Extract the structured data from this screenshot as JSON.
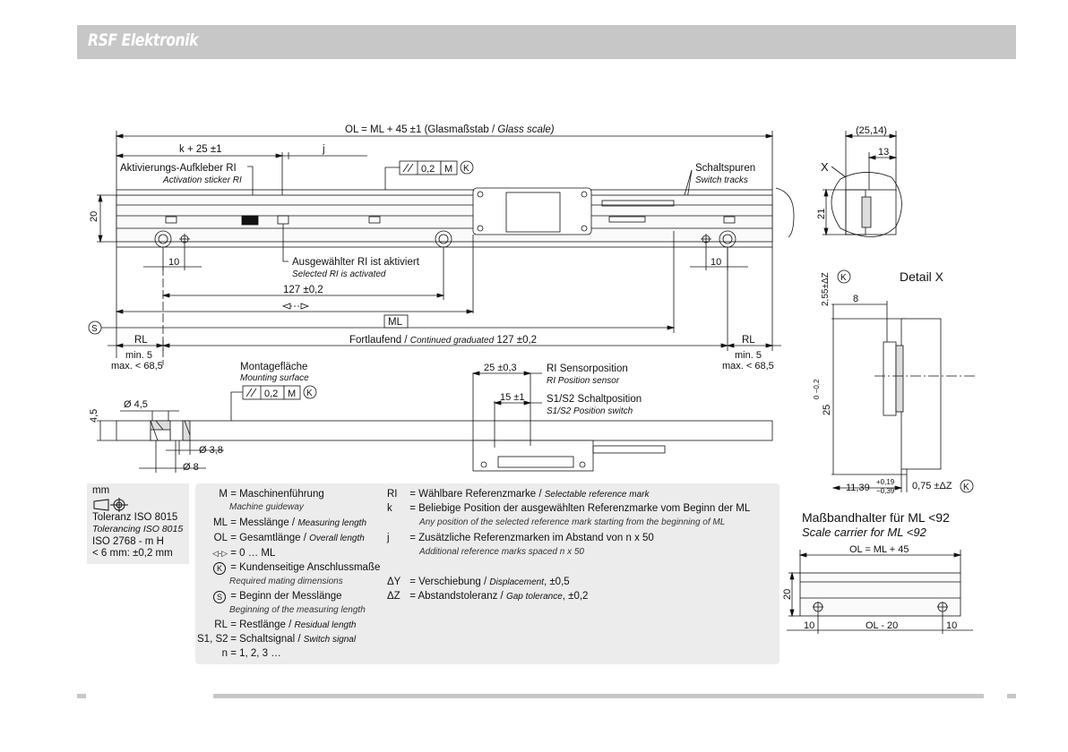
{
  "header": {
    "brand": "RSF Elektronik"
  },
  "top_view": {
    "ol_label": "OL = ML + 45 ±1 (Glasmaßstab / ",
    "ol_label_it": "Glass scale)",
    "k_label": "k + 25 ±1",
    "j_label": "j",
    "sticker_de": "Aktivierungs-Aufkleber RI",
    "sticker_en": "Activation sticker RI",
    "tol_value": "0,2",
    "tol_ref": "M",
    "tol_k": "K",
    "tracks_de": "Schaltspuren",
    "tracks_en": "Switch tracks",
    "height_20": "20",
    "dim_10_left": "10",
    "dim_10_right": "10",
    "selected_de": "Ausgewählter RI ist aktiviert",
    "selected_en": "Selected RI is activated",
    "pitch": "127 ±0,2",
    "ml": "ML",
    "s_mark": "S",
    "rl_left": "RL",
    "rl_right": "RL",
    "continued_de": "Fortlaufend / ",
    "continued_en": "Continued graduated",
    "continued_val": " 127 ±0,2",
    "min_left": "min. 5",
    "max_left": "max. < 68,5",
    "min_right": "min. 5",
    "max_right": "max. < 68,5"
  },
  "side_view": {
    "mount_de": "Montagefläche",
    "mount_en": "Mounting surface",
    "tol_value": "0,2",
    "tol_ref": "M",
    "tol_k": "K",
    "d45": "Ø 4,5",
    "h45": "4,5",
    "d38": "Ø 3,8",
    "d8": "Ø 8",
    "dim_25": "25 ±0,3",
    "ri_de": "RI Sensorposition",
    "ri_en": "RI Position sensor",
    "dim_15": "15 ±1",
    "s_de": "S1/S2 Schaltposition",
    "s_en": "S1/S2 Position switch"
  },
  "end_view": {
    "w_2514": "(25,14)",
    "w_13": "13",
    "x_mark": "X",
    "h_21": "21"
  },
  "detail": {
    "title": "Detail X",
    "k": "K",
    "dz_top": "2,55±ΔZ",
    "dim_8": "8",
    "dim_25": "25",
    "dim_25_tol": "0 −0,2",
    "dim_1139": "11,39",
    "dim_1139_up": "+0,19",
    "dim_1139_lo": "−0,39",
    "dim_075": "0,75 ±ΔZ"
  },
  "units_panel": {
    "unit": "mm",
    "tol_de": "Toleranz ISO 8015",
    "tol_en": "Tolerancing ISO 8015",
    "iso": "ISO 2768 - m H",
    "lt6": "< 6 mm: ±0,2 mm"
  },
  "legend_left": [
    {
      "key": "M",
      "de": "= Maschinenführung",
      "en": "Machine guideway"
    },
    {
      "key": "ML",
      "de": "= Messlänge / ",
      "it": "Measuring length"
    },
    {
      "key": "OL",
      "de": "= Gesamtlänge / ",
      "it": "Overall length"
    },
    {
      "key": "◁-▷",
      "de": "= 0 … ML"
    },
    {
      "key": "K",
      "de": "= Kundenseitige Anschlussmaße",
      "en": "Required mating dimensions"
    },
    {
      "key": "S",
      "de": "= Beginn der Messlänge",
      "en": "Beginning of the measuring length"
    },
    {
      "key": "RL",
      "de": "= Restlänge / ",
      "it": "Residual length"
    },
    {
      "key": "S1, S2",
      "de": "= Schaltsignal / ",
      "it": "Switch signal"
    },
    {
      "key": "n",
      "de": "= 1, 2, 3 …"
    }
  ],
  "legend_right": [
    {
      "key": "RI",
      "de": "= Wählbare Referenzmarke / ",
      "it": "Selectable reference mark"
    },
    {
      "key": "k",
      "de": "= Beliebige Position der ausgewählten Referenzmarke vom Beginn der ML",
      "en": "Any position of the selected reference mark starting from the beginning of ML"
    },
    {
      "key": "j",
      "de": "= Zusätzliche Referenzmarken im Abstand von n x 50",
      "en": "Additional reference marks spaced n x 50"
    },
    {
      "key": "ΔY",
      "de": "= Verschiebung / ",
      "it": "Displacement",
      "tail": ", ±0,5"
    },
    {
      "key": "ΔZ",
      "de": "= Abstandstoleranz / ",
      "it": "Gap tolerance",
      "tail": ", ±0,2"
    }
  ],
  "carrier": {
    "title": "Maßbandhalter für ML <92",
    "subtitle": "Scale carrier for ML <92",
    "ol": "OL = ML + 45",
    "h20": "20",
    "d10l": "10",
    "d10r": "10",
    "mid": "OL - 20"
  }
}
